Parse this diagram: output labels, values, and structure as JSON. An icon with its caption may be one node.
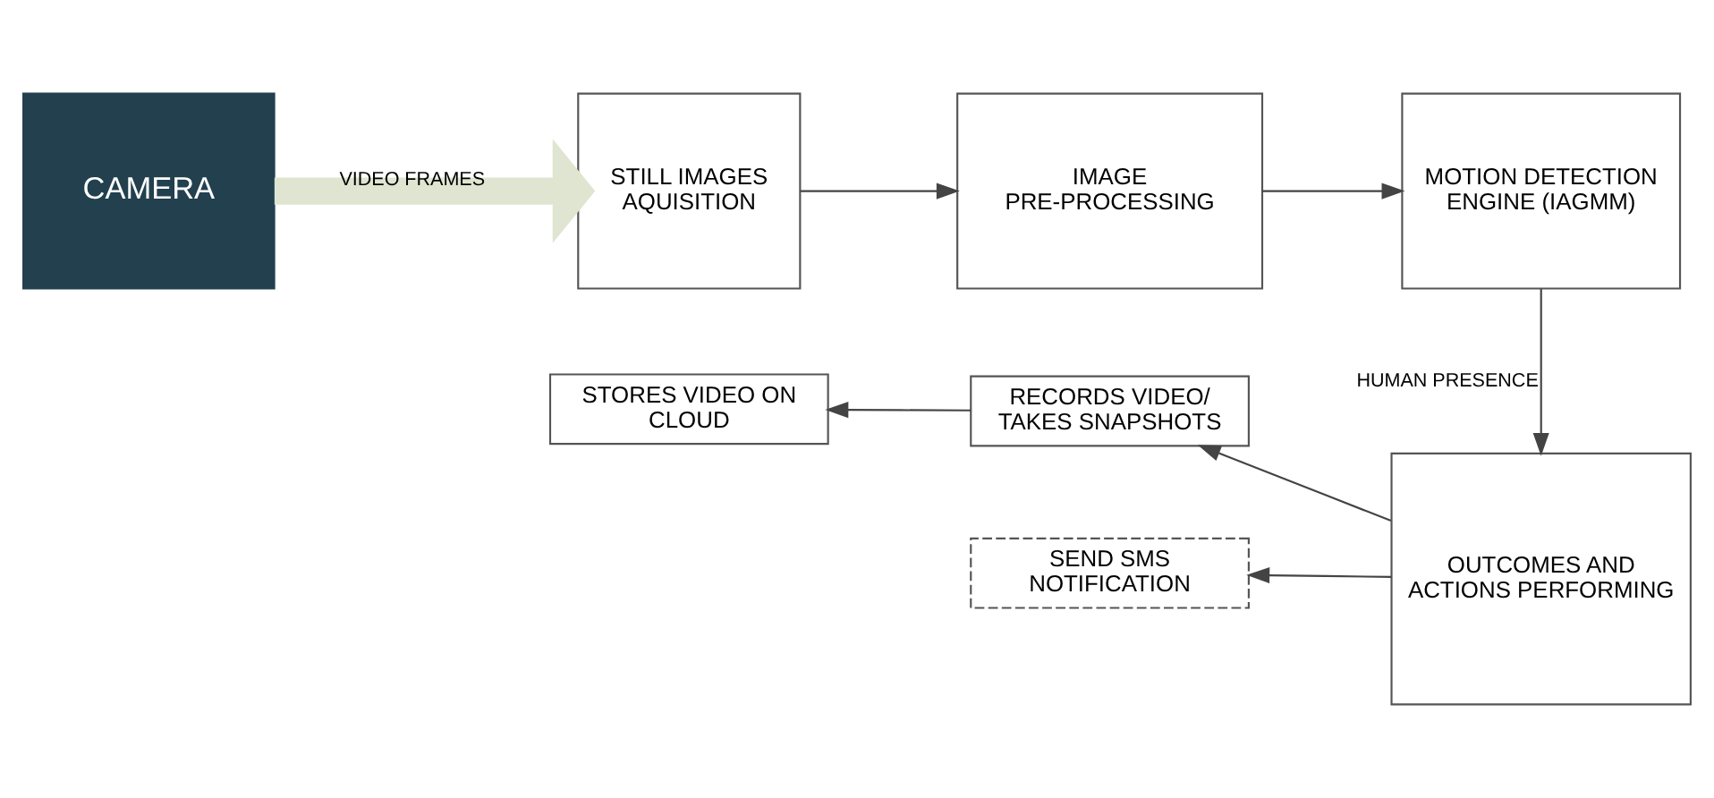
{
  "diagram": {
    "nodes": [
      {
        "text": [
          "CAMERA"
        ]
      },
      {
        "text": [
          "STILL IMAGES AQUISITION"
        ]
      },
      {
        "text": [
          "IMAGE PRE-PROCESSING"
        ]
      },
      {
        "text": [
          "MOTION DETECTION ENGINE (IAGMM)"
        ]
      },
      {
        "text": [
          "OUTCOMES AND ACTIONS PERFORMING"
        ]
      },
      {
        "text": [
          "RECORDS VIDEO/ TAKES SNAPSHOTS"
        ]
      },
      {
        "text": [
          "STORES VIDEO ON CLOUD"
        ]
      },
      {
        "text": [
          "SEND SMS NOTIFICATION"
        ]
      }
    ],
    "edges": [
      {
        "from": 0,
        "to": 1,
        "arrow": "to",
        "label": "VIDEO FRAMES",
        "style": "thick",
        "color": "#dfe5d0"
      },
      {
        "from": 1,
        "to": 2,
        "arrow": "to"
      },
      {
        "from": 2,
        "to": 3,
        "arrow": "to"
      },
      {
        "from": 3,
        "to": 4,
        "arrow": "to",
        "label": "HUMAN PRESENCE"
      },
      {
        "from": 4,
        "to": 5,
        "arrow": "to"
      },
      {
        "from": 5,
        "to": 6,
        "arrow": "to"
      },
      {
        "from": 4,
        "to": 7,
        "arrow": "to"
      }
    ]
  }
}
